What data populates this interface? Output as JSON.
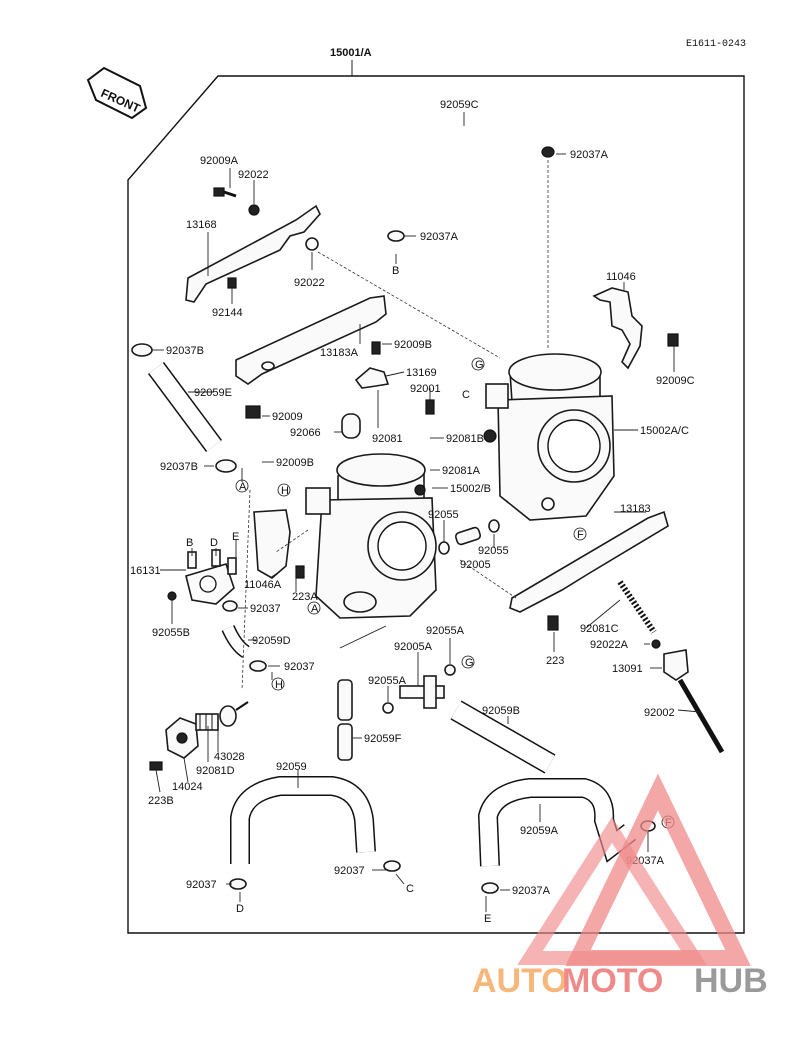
{
  "reference_code": "E1611-0243",
  "assembly_label": "15001/A",
  "front_label": "FRONT",
  "parts": [
    {
      "id": "92059C",
      "text": "92059C"
    },
    {
      "id": "92037A_1",
      "text": "92037A"
    },
    {
      "id": "92009A",
      "text": "92009A"
    },
    {
      "id": "92022_1",
      "text": "92022"
    },
    {
      "id": "13168",
      "text": "13168"
    },
    {
      "id": "92037A_2",
      "text": "92037A"
    },
    {
      "id": "92022_2",
      "text": "92022"
    },
    {
      "id": "11046",
      "text": "11046"
    },
    {
      "id": "92144",
      "text": "92144"
    },
    {
      "id": "92037B_1",
      "text": "92037B"
    },
    {
      "id": "13183A",
      "text": "13183A"
    },
    {
      "id": "92009B_1",
      "text": "92009B"
    },
    {
      "id": "92009C",
      "text": "92009C"
    },
    {
      "id": "13169",
      "text": "13169"
    },
    {
      "id": "92059E",
      "text": "92059E"
    },
    {
      "id": "92001",
      "text": "92001"
    },
    {
      "id": "92009",
      "text": "92009"
    },
    {
      "id": "15002AC",
      "text": "15002A/C"
    },
    {
      "id": "92066",
      "text": "92066"
    },
    {
      "id": "92081",
      "text": "92081"
    },
    {
      "id": "92081B",
      "text": "92081B"
    },
    {
      "id": "92037B_2",
      "text": "92037B"
    },
    {
      "id": "92009B_2",
      "text": "92009B"
    },
    {
      "id": "92081A",
      "text": "92081A"
    },
    {
      "id": "15002B",
      "text": "15002/B"
    },
    {
      "id": "13183",
      "text": "13183"
    },
    {
      "id": "92055",
      "text": "92055"
    },
    {
      "id": "92055_2",
      "text": "92055"
    },
    {
      "id": "16131",
      "text": "16131"
    },
    {
      "id": "92005",
      "text": "92005"
    },
    {
      "id": "11046A",
      "text": "11046A"
    },
    {
      "id": "223A",
      "text": "223A"
    },
    {
      "id": "92037_1",
      "text": "92037"
    },
    {
      "id": "92055B",
      "text": "92055B"
    },
    {
      "id": "92081C",
      "text": "92081C"
    },
    {
      "id": "92059D",
      "text": "92059D"
    },
    {
      "id": "92022A",
      "text": "92022A"
    },
    {
      "id": "223",
      "text": "223"
    },
    {
      "id": "92055A_1",
      "text": "92055A"
    },
    {
      "id": "92005A",
      "text": "92005A"
    },
    {
      "id": "92037_2",
      "text": "92037"
    },
    {
      "id": "13091",
      "text": "13091"
    },
    {
      "id": "92055A_2",
      "text": "92055A"
    },
    {
      "id": "92059B",
      "text": "92059B"
    },
    {
      "id": "92002",
      "text": "92002"
    },
    {
      "id": "43028",
      "text": "43028"
    },
    {
      "id": "92059F",
      "text": "92059F"
    },
    {
      "id": "92081D",
      "text": "92081D"
    },
    {
      "id": "14024",
      "text": "14024"
    },
    {
      "id": "223B",
      "text": "223B"
    },
    {
      "id": "92059",
      "text": "92059"
    },
    {
      "id": "92059A",
      "text": "92059A"
    },
    {
      "id": "92037A_3",
      "text": "92037A"
    },
    {
      "id": "92037_3",
      "text": "92037"
    },
    {
      "id": "92037_4",
      "text": "92037"
    },
    {
      "id": "92037A_4",
      "text": "92037A"
    }
  ],
  "refs": {
    "B": "B",
    "C": "C",
    "D": "D",
    "E": "E",
    "F": "F",
    "G": "G",
    "H": "H",
    "A": "A"
  },
  "watermark": {
    "auto": "AUTO",
    "moto": "MOTO",
    "hub": "HUB",
    "color_main": "#f08a8a",
    "color_hub": "#9a9a9a",
    "color_auto": "#f5b77a"
  }
}
